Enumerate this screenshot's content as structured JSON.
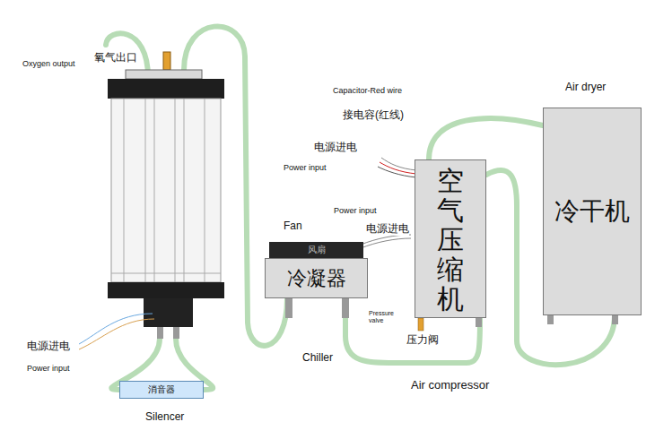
{
  "diagram": {
    "nodes": [
      {
        "text": [
          "氧气出口",
          "Oxygen output"
        ]
      },
      {
        "text": [
          "消音器",
          "Silencer"
        ]
      },
      {
        "text": [
          "冷凝器",
          "Chiller"
        ]
      },
      {
        "text": [
          "风扇",
          "Fan"
        ]
      },
      {
        "text": [
          "空气压缩机",
          "Air compressor"
        ]
      },
      {
        "text": [
          "冷干机",
          "Air dryer"
        ]
      }
    ],
    "edges": [
      {
        "from": 0,
        "to": 1,
        "arrow": "none"
      },
      {
        "from": 0,
        "to": 1,
        "arrow": "none"
      },
      {
        "from": 0,
        "to": 2,
        "arrow": "none"
      },
      {
        "from": 2,
        "to": 4,
        "arrow": "none"
      },
      {
        "from": 4,
        "to": 5,
        "arrow": "none"
      },
      {
        "from": 4,
        "to": 5,
        "arrow": "none"
      }
    ],
    "labels": [
      "Capacitor-Red wire",
      "接电容(红线)",
      "电源进电",
      "Power input",
      "Power input",
      "电源进电",
      "Pressure valve",
      "压力阀",
      "电源进电",
      "Power input"
    ]
  }
}
